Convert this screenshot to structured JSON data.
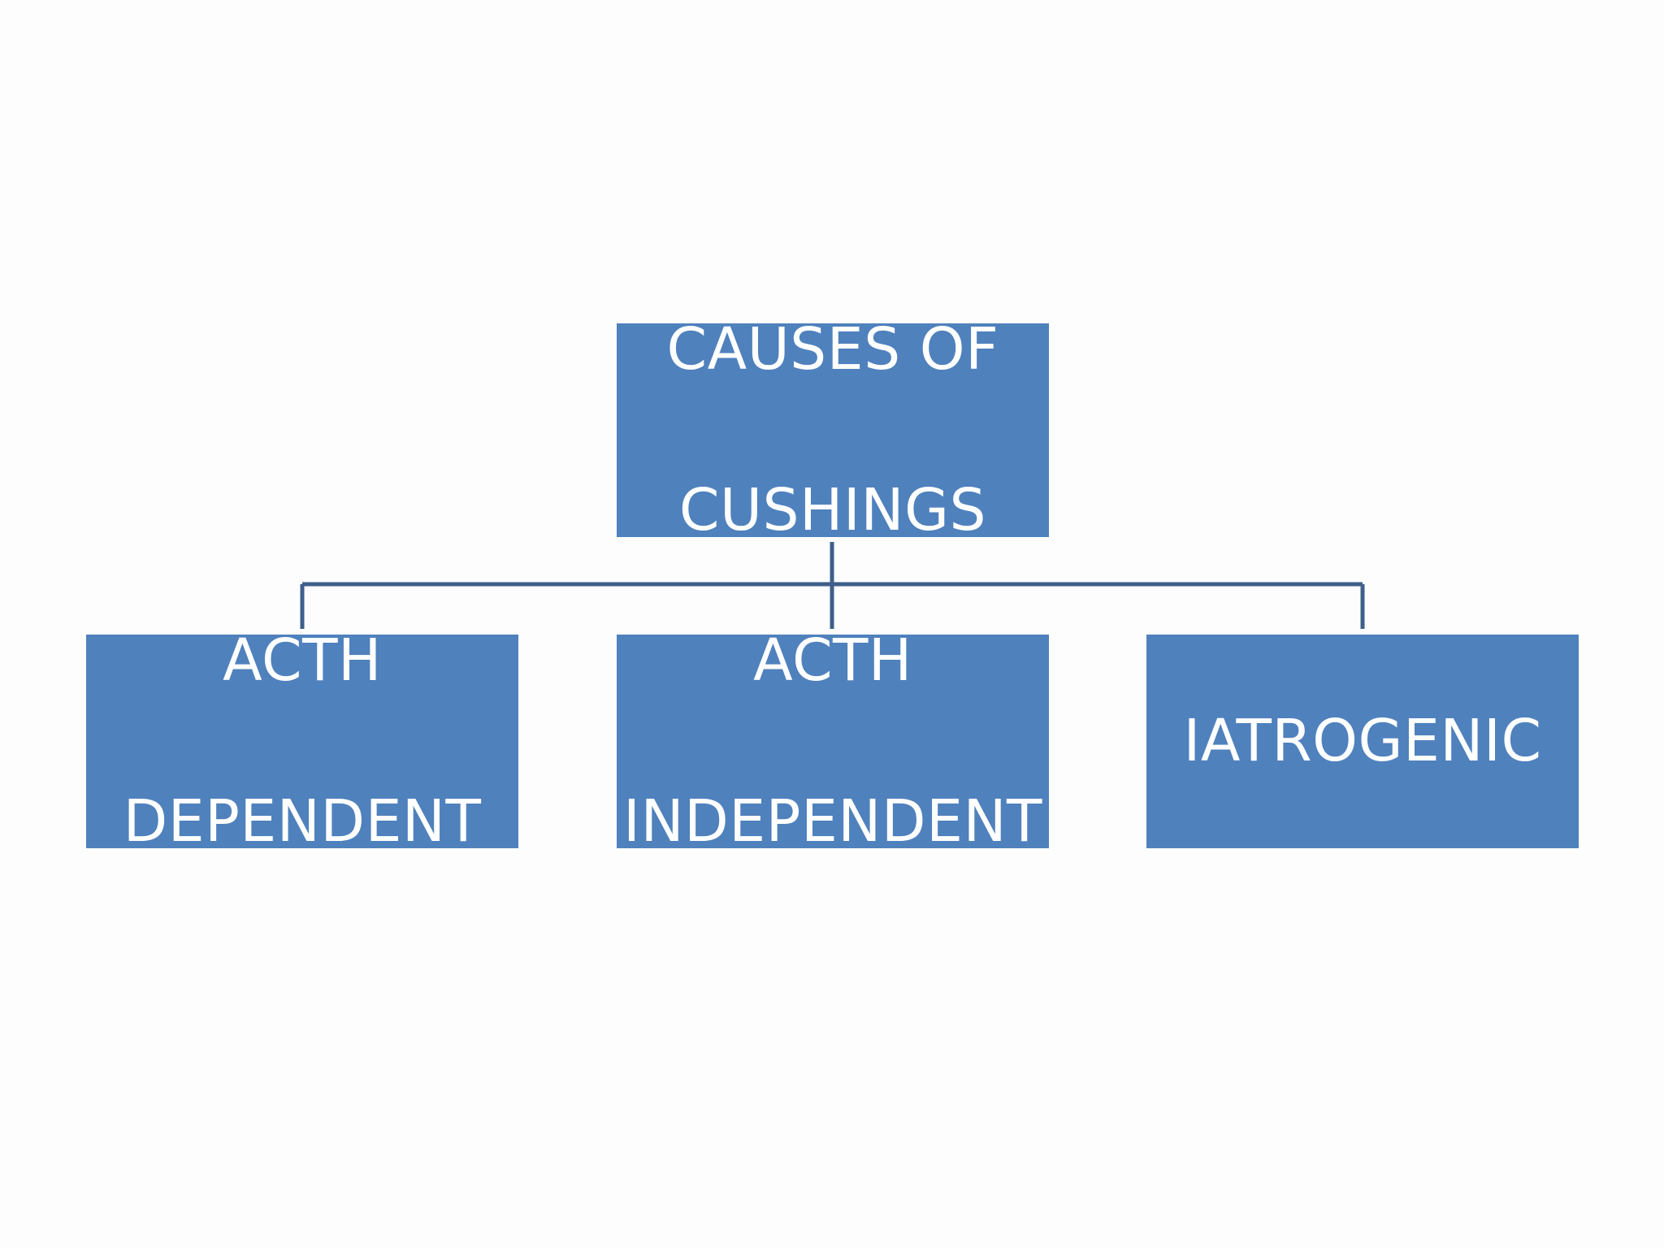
{
  "diagram": {
    "root": {
      "lines": [
        "CAUSES OF",
        "CUSHINGS"
      ]
    },
    "children": [
      {
        "lines": [
          "ACTH",
          "DEPENDENT"
        ]
      },
      {
        "lines": [
          "ACTH",
          "INDEPENDENT"
        ]
      },
      {
        "lines": [
          "IATROGENIC"
        ]
      }
    ]
  },
  "colors": {
    "box_fill": "#4f81bd",
    "connector": "#3d5f8a",
    "text": "#ffffff"
  }
}
